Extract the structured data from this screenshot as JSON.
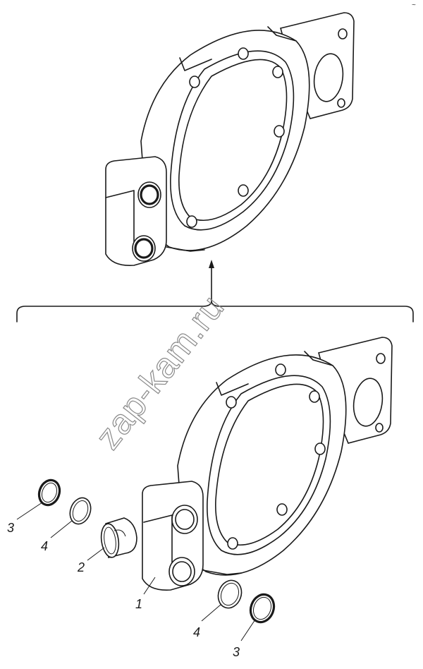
{
  "diagram": {
    "callouts": [
      {
        "id": "part-1",
        "label": "1"
      },
      {
        "id": "part-2",
        "label": "2"
      },
      {
        "id": "part-3-left",
        "label": "3"
      },
      {
        "id": "part-4-left",
        "label": "4"
      },
      {
        "id": "part-4-right",
        "label": "4"
      },
      {
        "id": "part-3-right",
        "label": "3"
      }
    ],
    "watermark": "zap-kam.ru",
    "corner_mark": "~"
  }
}
